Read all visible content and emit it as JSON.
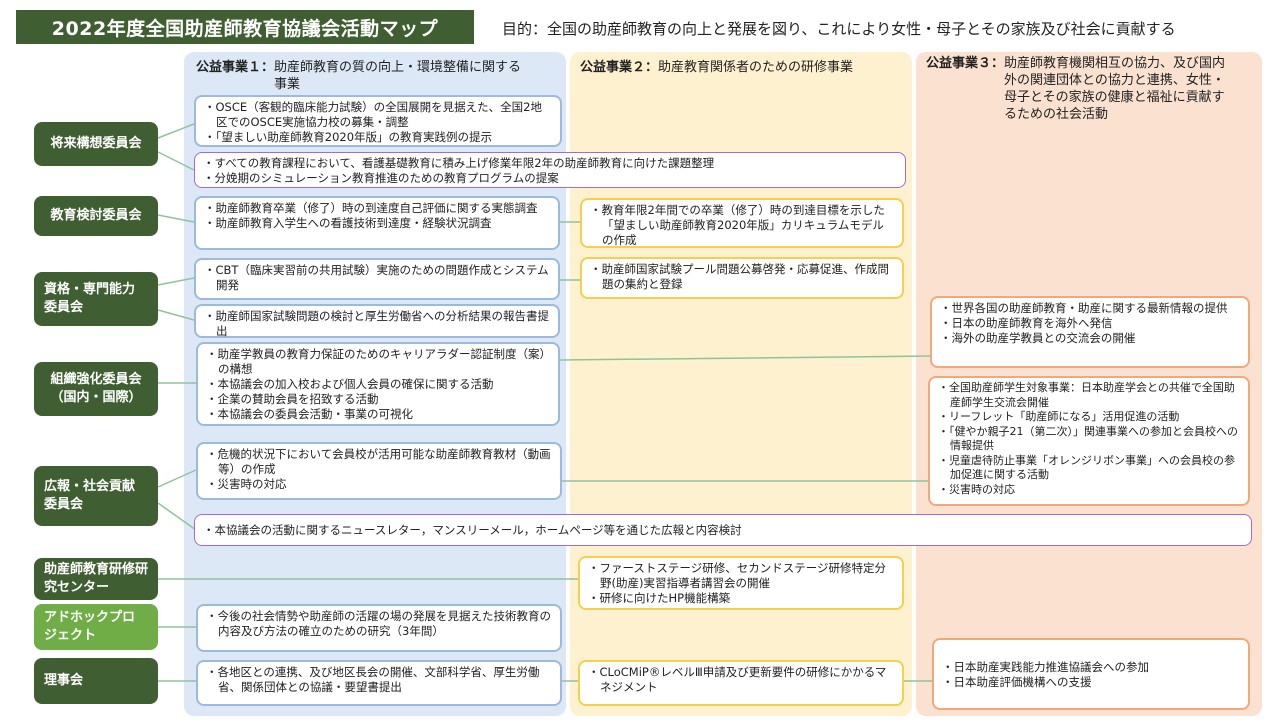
{
  "title": "2022年度全国助産師教育協議会活動マップ",
  "purpose": "目的：全国の助産師教育の向上と発展を図り、これにより女性・母子とその家族及び社会に貢献する",
  "columns": [
    {
      "label": "公益事業１：",
      "text": "助産師教育の質の向上・環境整備に関する事業"
    },
    {
      "label": "公益事業２：",
      "text": "助産教育関係者のための研修事業"
    },
    {
      "label": "公益事業３：",
      "text": "助産師教育機関相互の協力、及び国内外の関連団体との協力と連携、女性・母子とその家族の健康と福祉に貢献するための社会活動"
    }
  ],
  "committees": [
    {
      "name": "将来構想委員会"
    },
    {
      "name": "教育検討委員会"
    },
    {
      "name": "資格・専門能力委員会"
    },
    {
      "name": "組織強化委員会（国内・国際）"
    },
    {
      "name": "広報・社会貢献委員会"
    },
    {
      "name": "助産師教育研修研究センター"
    },
    {
      "name": "アドホックプロジェクト"
    },
    {
      "name": "理事会"
    }
  ],
  "boxes": {
    "c1_future": [
      "OSCE（客観的臨床能力試験）の全国展開を見据えた、全国2地区でのOSCE実施協力校の募集・調整",
      "「望ましい助産師教育2020年版」の教育実践例の提示"
    ],
    "future_wide": [
      "すべての教育課程において、看護基礎教育に積み上げ修業年限2年の助産師教育に向けた課題整理",
      "分娩期のシミュレーション教育推進のための教育プログラムの提案"
    ],
    "c1_edu": [
      "助産師教育卒業（修了）時の到達度自己評価に関する実態調査",
      "助産師教育入学生への看護技術到達度・経験状況調査"
    ],
    "c2_edu": [
      "教育年限2年間での卒業（修了）時の到達目標を示した「望ましい助産師教育2020年版」カリキュラムモデルの作成"
    ],
    "c1_qual1": [
      "CBT（臨床実習前の共用試験）実施のための問題作成とシステム開発"
    ],
    "c2_qual": [
      "助産師国家試験プール問題公募啓発・応募促進、作成問題の集約と登録"
    ],
    "c1_qual2": [
      "助産師国家試験問題の検討と厚生労働省への分析結果の報告書提出"
    ],
    "c1_org": [
      "助産学教員の教育力保証のためのキャリアラダー認証制度（案）の構想",
      "本協議会の加入校および個人会員の確保に関する活動",
      "企業の賛助会員を招致する活動",
      "本協議会の委員会活動・事業の可視化"
    ],
    "c3_org": [
      "世界各国の助産師教育・助産に関する最新情報の提供",
      "日本の助産師教育を海外へ発信",
      "海外の助産学教員との交流会の開催"
    ],
    "c1_pr": [
      "危機的状況下において会員校が活用可能な助産師教育教材（動画等）の作成",
      "災害時の対応"
    ],
    "c3_pr": [
      "全国助産師学生対象事業：日本助産学会との共催で全国助産師学生交流会開催",
      "リーフレット「助産師になる」活用促進の活動",
      "「健やか親子21（第二次）」関連事業への参加と会員校への情報提供",
      "児童虐待防止事業「オレンジリボン事業」への会員校の参加促進に関する活動",
      "災害時の対応"
    ],
    "pr_wide": [
      "本協議会の活動に関するニュースレター，マンスリーメール，ホームページ等を通じた広報と内容検討"
    ],
    "c2_center": [
      "ファーストステージ研修、セカンドステージ研修特定分野(助産)実習指導者講習会の開催",
      "研修に向けたHP機能構築"
    ],
    "c1_adhoc": [
      "今後の社会情勢や助産師の活躍の場の発展を見据えた技術教育の内容及び方法の確立のための研究（3年間）"
    ],
    "c1_board": [
      "各地区との連携、及び地区長会の開催、文部科学省、厚生労働省、関係団体との協議・要望書提出"
    ],
    "c2_board": [
      "CLoCMiP®レベルⅢ申請及び更新要件の研修にかかるマネジメント"
    ],
    "c3_board": [
      "日本助産実践能力推進協議会への参加",
      "日本助産評価機構への支援"
    ]
  },
  "colors": {
    "committee_dark": "#3f5f32",
    "committee_light": "#70ad47",
    "col1_bg": "#dce8f6",
    "col2_bg": "#fdf1cf",
    "col3_bg": "#fae1d0",
    "connector": "#8fc49b"
  }
}
